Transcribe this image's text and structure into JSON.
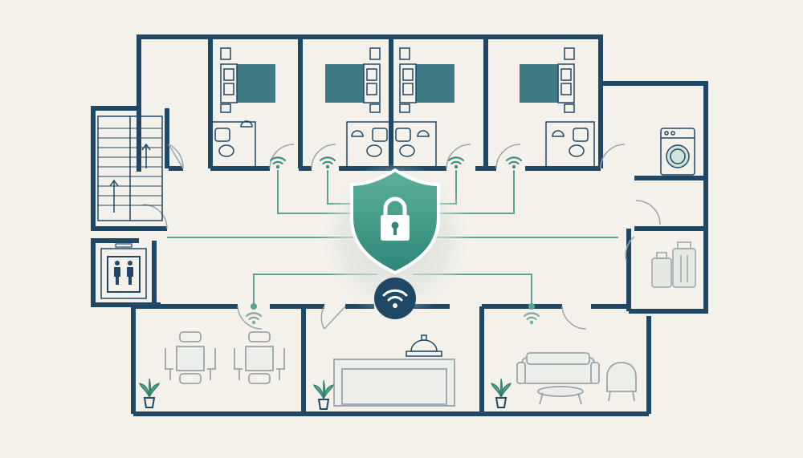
{
  "colors": {
    "background": "#f4f1ea",
    "wall": "#1f4866",
    "accent_teal": "#3f8e86",
    "bed_blue": "#3e7a84",
    "line_gray": "#9aa5aa",
    "shield_fill": "#4fa392",
    "wifi_hub": "#1f4866"
  },
  "icons": {
    "center_shield": "shield-lock-icon",
    "center_hub": "wifi-hub-icon",
    "room_access_point": "wifi-signal-icon",
    "elevator": "elevator-icon",
    "stairs": "stairs-icon",
    "washing_machine": "washing-machine-icon",
    "luggage": "luggage-icon",
    "reception_bell": "service-bell-icon",
    "plant": "potted-plant-icon",
    "sofa": "sofa-icon",
    "armchair": "armchair-icon",
    "dining_set": "dining-table-icon",
    "bathroom": "toilet-sink-icon",
    "bed": "bed-icon"
  },
  "rooms": {
    "guest_rooms": 4,
    "access_points_in_guest_rooms": 4,
    "access_points_in_lower_rooms": 2
  }
}
